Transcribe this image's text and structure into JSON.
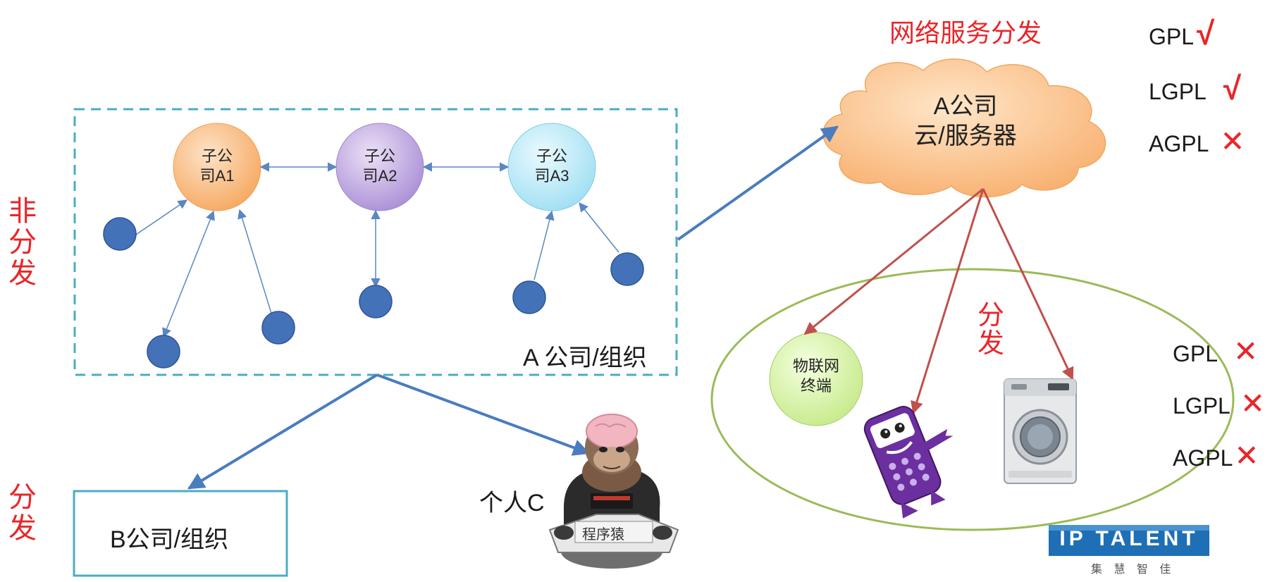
{
  "labels": {
    "non_distribution": "非分发",
    "distribution_left": "分发",
    "distribution_mid": "分发",
    "network_service": "网络服务分发",
    "company_a_org": "A 公司/组织",
    "company_b_org": "B公司/组织",
    "person_c": "个人C",
    "cloud_line1": "A公司",
    "cloud_line2": "云/服务器",
    "iot_line1": "物联网",
    "iot_line2": "终端",
    "sub_a1_line1": "子公",
    "sub_a1_line2": "司A1",
    "sub_a2_line1": "子公",
    "sub_a2_line2": "司A2",
    "sub_a3_line1": "子公",
    "sub_a3_line2": "司A3",
    "monkey_sign": "程序猿"
  },
  "licenses_network": [
    {
      "name": "GPL",
      "mark": "√"
    },
    {
      "name": "LGPL",
      "mark": "√"
    },
    {
      "name": "AGPL",
      "mark": "✕"
    }
  ],
  "licenses_device": [
    {
      "name": "GPL",
      "mark": "✕"
    },
    {
      "name": "LGPL",
      "mark": "✕"
    },
    {
      "name": "AGPL",
      "mark": "✕"
    }
  ],
  "logo": {
    "text": "IP TALENT",
    "subtitle": "集 慧 智 佳"
  },
  "colors": {
    "red": "#e8262a",
    "node_blue": "#4472b8",
    "arrow_blue": "#4a7cbf",
    "arrow_red": "#c0504d",
    "dashed_teal": "#4bacc6",
    "ellipse_green": "#9bbb59",
    "cloud_orange": "#fbc48c"
  }
}
